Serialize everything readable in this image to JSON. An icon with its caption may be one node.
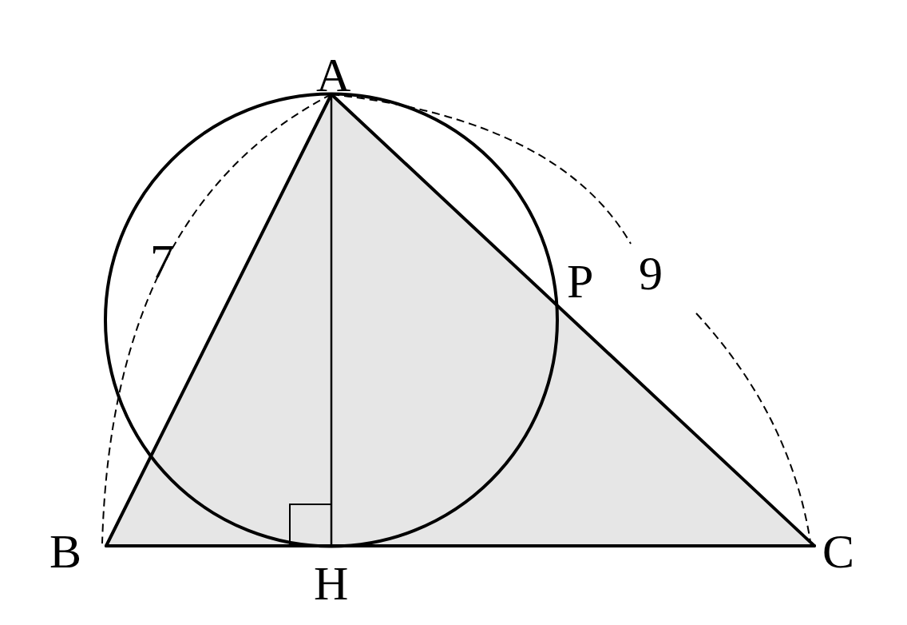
{
  "diagram": {
    "nodes": [
      {
        "text": [
          "A"
        ]
      },
      {
        "text": [
          "B"
        ]
      },
      {
        "text": [
          "C"
        ]
      },
      {
        "text": [
          "H"
        ]
      },
      {
        "text": [
          "P"
        ]
      }
    ],
    "edges": [
      {
        "from": 0,
        "to": 1,
        "arrow": "none"
      },
      {
        "from": 1,
        "to": 2,
        "arrow": "none"
      },
      {
        "from": 2,
        "to": 0,
        "arrow": "none"
      },
      {
        "from": 0,
        "to": 3,
        "arrow": "none"
      }
    ],
    "labels": [
      "7",
      "9"
    ]
  }
}
